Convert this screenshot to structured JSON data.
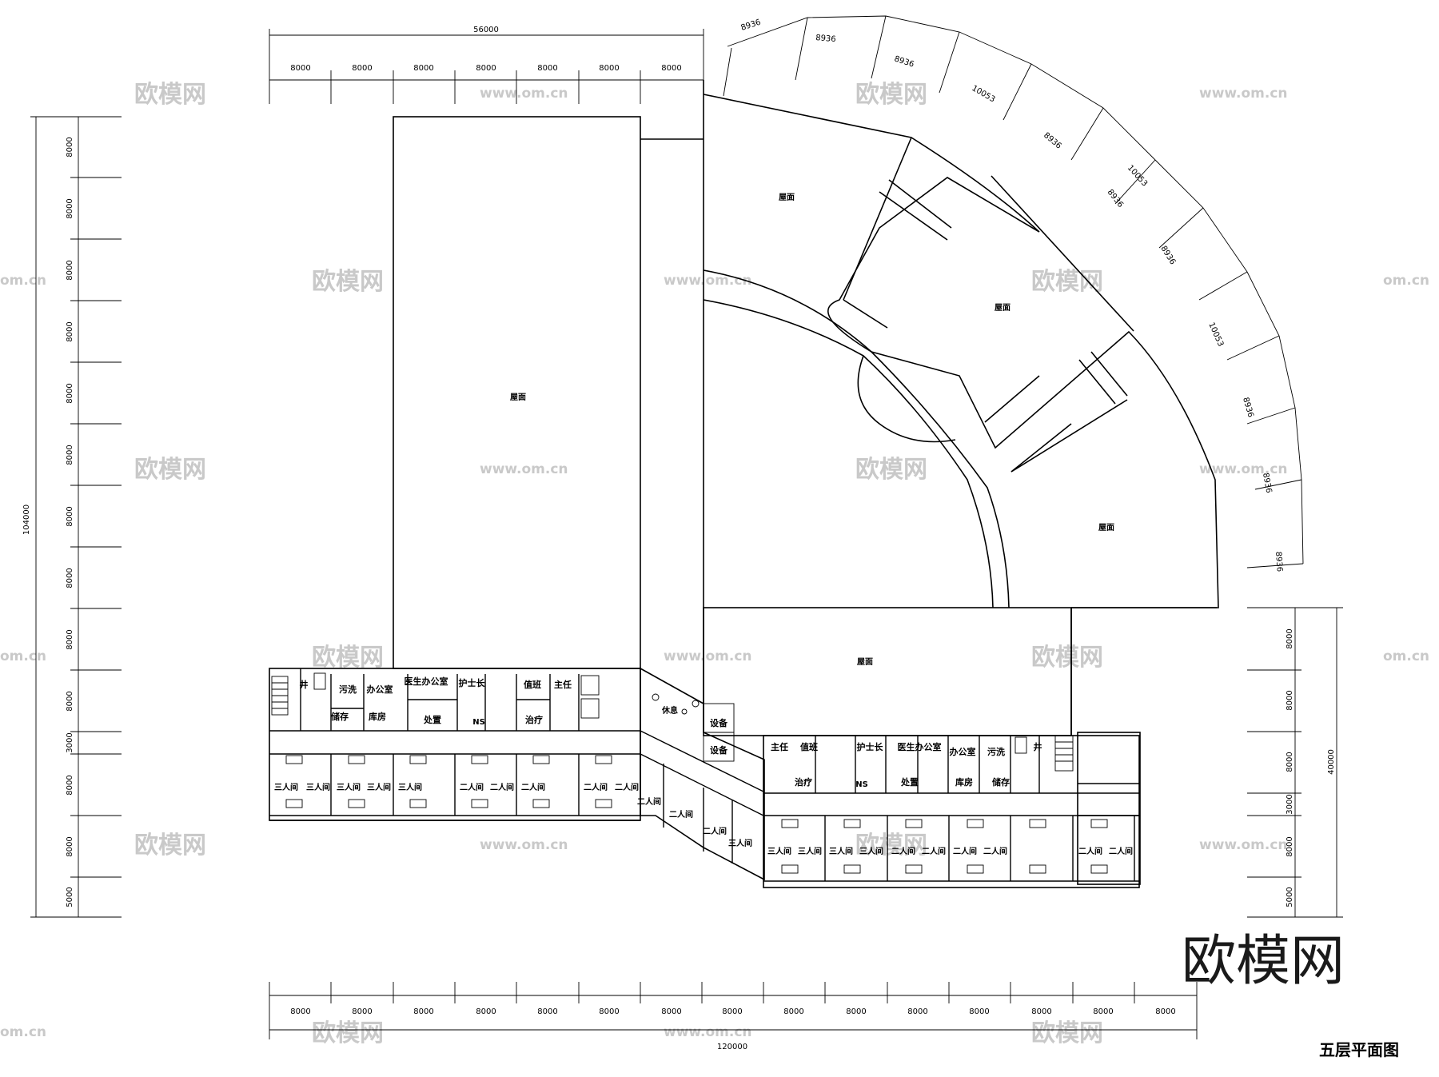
{
  "title": "五层平面图",
  "logo_text": "欧模网",
  "watermark": {
    "cn": "欧模网",
    "url": "www.om.cn",
    "url_short": "om.cn"
  },
  "dimensions": {
    "top_total": "56000",
    "top_bays": [
      "8000",
      "8000",
      "8000",
      "8000",
      "8000",
      "8000",
      "8000"
    ],
    "arc_segments": [
      "8936",
      "8936",
      "8936",
      "10053",
      "8936",
      "10053",
      "8936",
      "8936",
      "10053",
      "8936",
      "8936",
      "8936"
    ],
    "left_total": "104000",
    "left_bays": [
      "8000",
      "8000",
      "8000",
      "8000",
      "8000",
      "8000",
      "8000",
      "8000",
      "8000",
      "8000",
      "3000",
      "8000",
      "8000",
      "5000"
    ],
    "right_total": "40000",
    "right_bays": [
      "8000",
      "8000",
      "8000",
      "3000",
      "8000",
      "5000"
    ],
    "bottom_bays": [
      "8000",
      "8000",
      "8000",
      "8000",
      "8000",
      "8000",
      "8000",
      "8000",
      "8000",
      "8000",
      "8000",
      "8000",
      "8000",
      "8000",
      "8000"
    ],
    "bottom_total": "120000"
  },
  "roof_label": "屋面",
  "rooms_west_north": [
    "井",
    "污洗",
    "办公室",
    "医生办公室",
    "护士长",
    "值班",
    "主任"
  ],
  "rooms_west_corridor": [
    "储存",
    "库房",
    "处置",
    "NS",
    "治疗"
  ],
  "rooms_west_wards": [
    "三人间",
    "三人间",
    "三人间",
    "二人间",
    "二人间",
    "二人间",
    "三人间",
    "三人间",
    "二人间",
    "二人间"
  ],
  "rooms_link": [
    "休息",
    "二人间",
    "二人间",
    "二人间",
    "三人间"
  ],
  "rooms_east_north": [
    "设备",
    "设备",
    "主任",
    "值班",
    "护士长",
    "医生办公室",
    "办公室",
    "污洗",
    "井"
  ],
  "rooms_east_corridor": [
    "治疗",
    "NS",
    "处置",
    "库房",
    "储存"
  ],
  "rooms_east_wards": [
    "三人间",
    "三人间",
    "三人间",
    "三人间",
    "二人间",
    "二人间",
    "二人间",
    "二人间",
    "二人间",
    "二人间"
  ],
  "rooms_east_end": []
}
